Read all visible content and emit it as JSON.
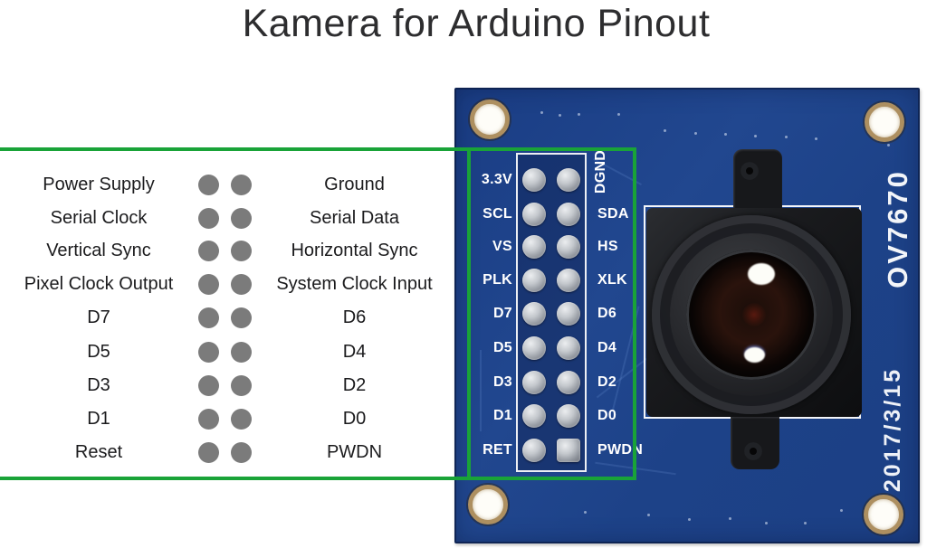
{
  "title": "Kamera for Arduino Pinout",
  "legend_rows": [
    {
      "left": "Power Supply",
      "right": "Ground"
    },
    {
      "left": "Serial Clock",
      "right": "Serial Data"
    },
    {
      "left": "Vertical Sync",
      "right": "Horizontal Sync"
    },
    {
      "left": "Pixel Clock Output",
      "right": "System Clock Input"
    },
    {
      "left": "D7",
      "right": "D6"
    },
    {
      "left": "D5",
      "right": "D4"
    },
    {
      "left": "D3",
      "right": "D2"
    },
    {
      "left": "D1",
      "right": "D0"
    },
    {
      "left": "Reset",
      "right": "PWDN"
    }
  ],
  "board": {
    "left_pins": [
      "3.3V",
      "SCL",
      "VS",
      "PLK",
      "D7",
      "D5",
      "D3",
      "D1",
      "RET"
    ],
    "right_pins": [
      "DGND",
      "SDA",
      "HS",
      "XLK",
      "D6",
      "D4",
      "D2",
      "D0",
      "PWDN"
    ],
    "chip_label": "OV7670",
    "date_label": "2017/3/15"
  },
  "colors": {
    "annotation_green": "#19a338",
    "pcb_blue": "#1d4187",
    "legend_dot_gray": "#7b7b7b",
    "silkscreen_white": "#ffffff"
  }
}
